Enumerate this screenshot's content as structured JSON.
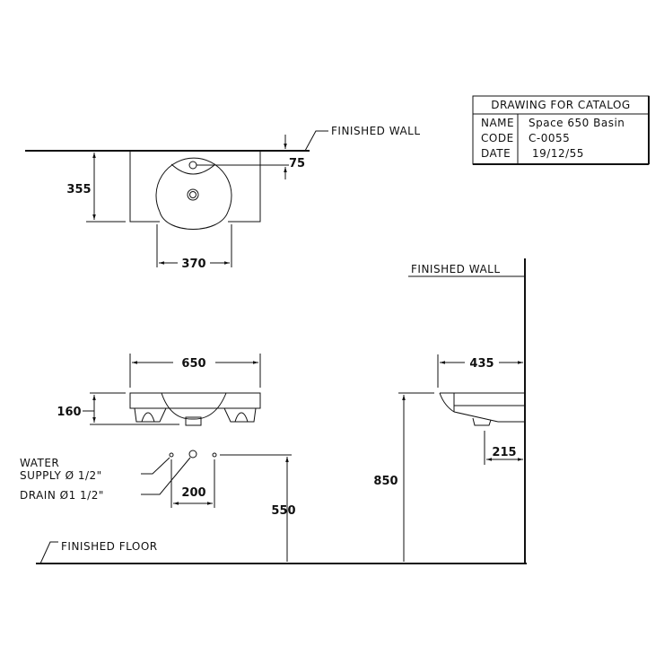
{
  "title_block": {
    "heading": "DRAWING FOR CATALOG",
    "rows": [
      {
        "label": "NAME",
        "value": "Space 650 Basin"
      },
      {
        "label": "CODE",
        "value": "C-0055"
      },
      {
        "label": "DATE",
        "value": "19/12/55"
      }
    ]
  },
  "labels": {
    "finished_wall_top": "FINISHED WALL",
    "finished_wall_side": "FINISHED WALL",
    "finished_floor": "FINISHED FLOOR",
    "water_1": "WATER",
    "water_2": "SUPPLY Ø 1/2\"",
    "drain": "DRAIN Ø1 1/2\""
  },
  "dimensions": {
    "depth": "355",
    "tap_offset": "75",
    "bowl_width": "370",
    "width": "650",
    "height": "160",
    "outlet_height": "550",
    "outlet_spacing": "200",
    "mount_height": "850",
    "projection": "435",
    "drain_offset": "215"
  }
}
